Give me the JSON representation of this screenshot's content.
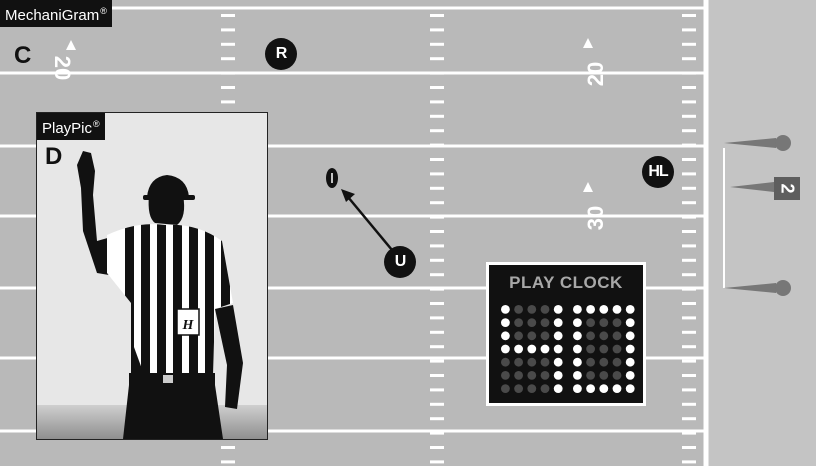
{
  "brand": {
    "name": "MechaniGram",
    "mark": "®"
  },
  "inset": {
    "name": "PlayPic",
    "mark": "®",
    "corner_letter": "D"
  },
  "corner_letter": "C",
  "officials": [
    {
      "id": "r",
      "label": "R"
    },
    {
      "id": "u",
      "label": "U"
    },
    {
      "id": "hl",
      "label": "HL"
    }
  ],
  "yard_numbers": [
    "20",
    "20",
    "30"
  ],
  "play_clock": {
    "label": "PLAY CLOCK",
    "value": "40"
  },
  "down_indicator": {
    "value": "2"
  },
  "colors": {
    "field": "#b9b9b9",
    "lines": "#ffffff",
    "ink": "#111111",
    "chain_box": "#5e5e5e"
  }
}
